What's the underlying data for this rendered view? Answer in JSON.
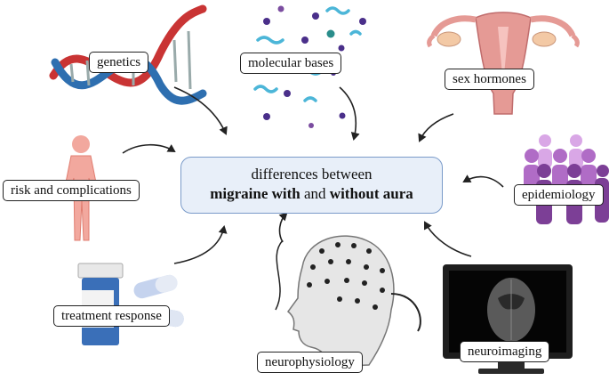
{
  "center": {
    "line1": "differences between",
    "line2_bold1": "migraine with",
    "line2_mid": "and",
    "line2_bold2": "without aura"
  },
  "factors": {
    "genetics": "genetics",
    "molecular": "molecular bases",
    "sex_hormones": "sex hormones",
    "risk": "risk and complications",
    "epidemiology": "epidemiology",
    "treatment": "treatment response",
    "neurophysiology": "neurophysiology",
    "neuroimaging": "neuroimaging"
  },
  "colors": {
    "center_fill": "#e8eff9",
    "center_border": "#7a9bc9",
    "arrow": "#222222",
    "dna_red": "#c93434",
    "dna_blue": "#2e6fb0",
    "uterus": "#e59a95",
    "body": "#f2a89e",
    "people_purple": "#8e5aa8",
    "molecule_teal": "#4cb6d8"
  }
}
